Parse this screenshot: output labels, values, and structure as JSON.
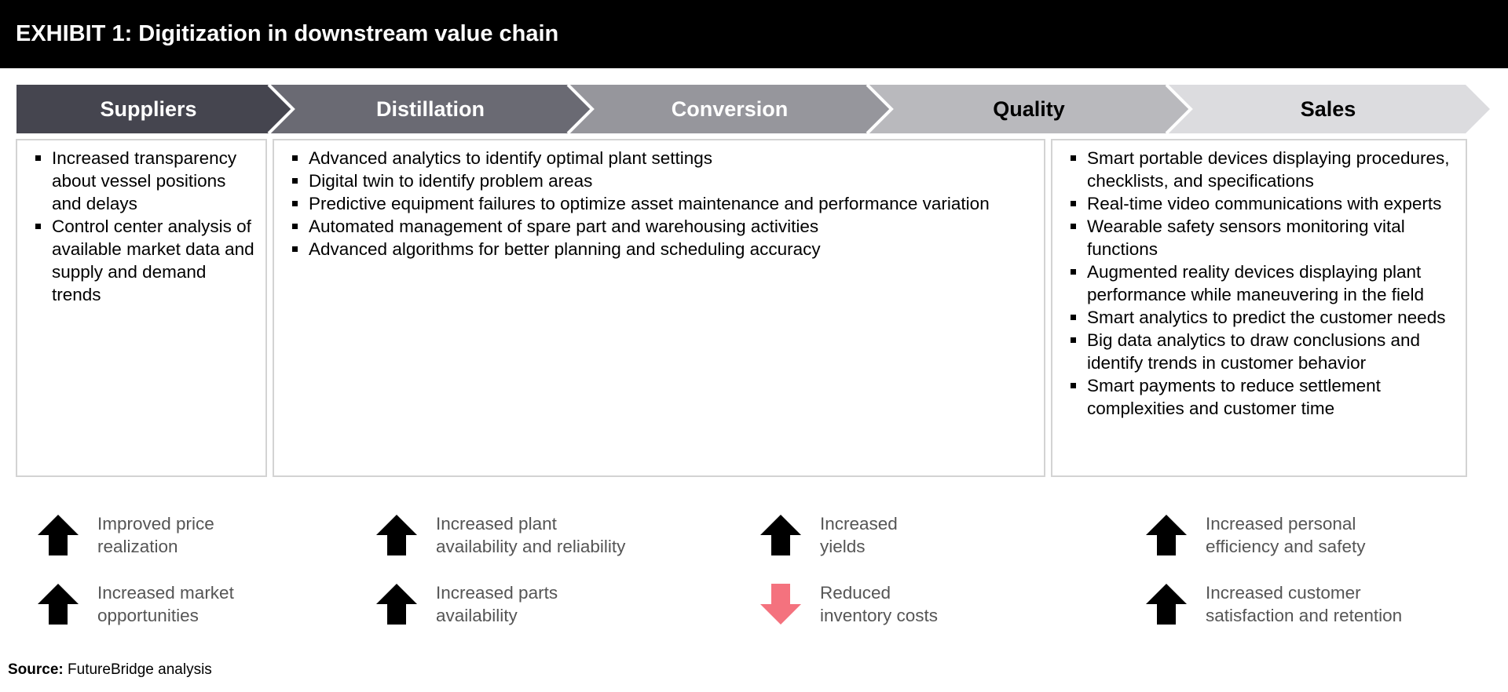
{
  "header": {
    "title": "EXHIBIT 1: Digitization in downstream value chain"
  },
  "stages": [
    {
      "label": "Suppliers",
      "fill": "#45454f",
      "text_color": "#ffffff"
    },
    {
      "label": "Distillation",
      "fill": "#6a6a73",
      "text_color": "#ffffff"
    },
    {
      "label": "Conversion",
      "fill": "#96969c",
      "text_color": "#ffffff"
    },
    {
      "label": "Quality",
      "fill": "#b9b9bd",
      "text_color": "#000000"
    },
    {
      "label": "Sales",
      "fill": "#dcdcdf",
      "text_color": "#000000"
    }
  ],
  "boxes": [
    {
      "items": [
        "Increased transparency about vessel positions and delays",
        "Control center analysis of available market data and supply and demand trends"
      ]
    },
    {
      "items": [
        "Advanced analytics to identify optimal plant settings",
        "Digital twin to identify problem areas",
        "Predictive equipment failures to optimize asset maintenance and performance variation",
        "Automated management of spare part and warehousing activities",
        "Advanced algorithms for better planning and scheduling accuracy"
      ]
    },
    {
      "items": [
        "Smart portable devices displaying procedures, checklists, and specifications",
        "Real-time video communications with experts",
        "Wearable safety sensors monitoring vital functions",
        "Augmented reality devices displaying plant performance while maneuvering in the field",
        "Smart analytics to predict the customer needs",
        "Big data analytics to draw conclusions and identify trends in customer behavior",
        "Smart payments to reduce settlement complexities and customer time"
      ]
    }
  ],
  "impacts": [
    {
      "text": "Improved price\nrealization",
      "direction": "up",
      "color": "#000000"
    },
    {
      "text": "Increased market\nopportunities",
      "direction": "up",
      "color": "#000000"
    },
    {
      "text": "Increased plant\navailability and reliability",
      "direction": "up",
      "color": "#000000"
    },
    {
      "text": "Increased parts\navailability",
      "direction": "up",
      "color": "#000000"
    },
    {
      "text": "Increased\nyields",
      "direction": "up",
      "color": "#000000"
    },
    {
      "text": "Reduced\ninventory costs",
      "direction": "down",
      "color": "#f4727e"
    },
    {
      "text": "Increased personal\nefficiency and safety",
      "direction": "up",
      "color": "#000000"
    },
    {
      "text": "Increased customer\nsatisfaction and retention",
      "direction": "up",
      "color": "#000000"
    }
  ],
  "source": {
    "label": "Source:",
    "text": " FutureBridge analysis"
  }
}
